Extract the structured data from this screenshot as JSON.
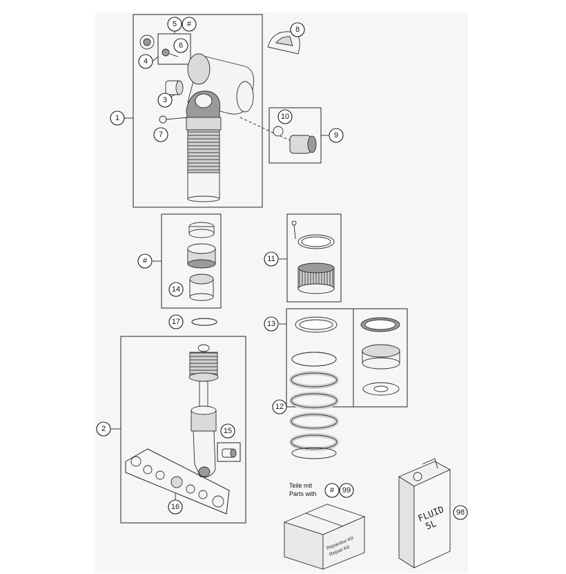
{
  "callouts": {
    "c1": "1",
    "c2": "2",
    "c3": "3",
    "c4": "4",
    "c5": "5",
    "c5hash": "#",
    "c6": "6",
    "c7": "7",
    "c8": "8",
    "c9": "9",
    "c10": "10",
    "c11": "11",
    "c12": "12",
    "c13": "13",
    "c14": "14",
    "c15": "15",
    "c16": "16",
    "c17": "17",
    "chash": "#",
    "c98": "98",
    "lhash": "#",
    "l99": "99"
  },
  "legend": {
    "line1": "Teile mit",
    "line2": "Parts with"
  },
  "kit_box": {
    "line1": "Reparatur-Kit",
    "line2": "Repair-Kit"
  },
  "fluid_can": {
    "line1": "FLUID",
    "line2": "5L"
  },
  "colors": {
    "background": "#f6f6f6",
    "line": "#222222",
    "part_fill": "#e2e2e2"
  }
}
